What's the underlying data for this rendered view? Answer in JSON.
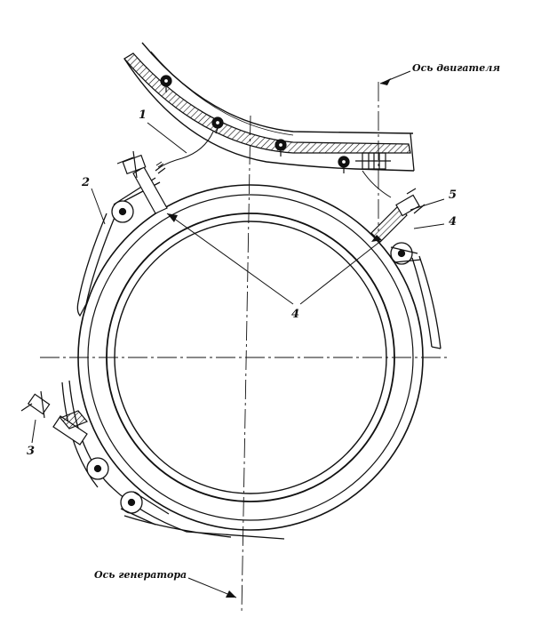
{
  "labels": {
    "engine_axis": "Ось двигателя",
    "generator_axis": "Ось генератора",
    "callout_1": "1",
    "callout_2": "2",
    "callout_3": "3",
    "callout_4_center": "4",
    "callout_4_right": "4",
    "callout_5": "5"
  },
  "colors": {
    "ink": "#111111",
    "paper": "#ffffff"
  }
}
